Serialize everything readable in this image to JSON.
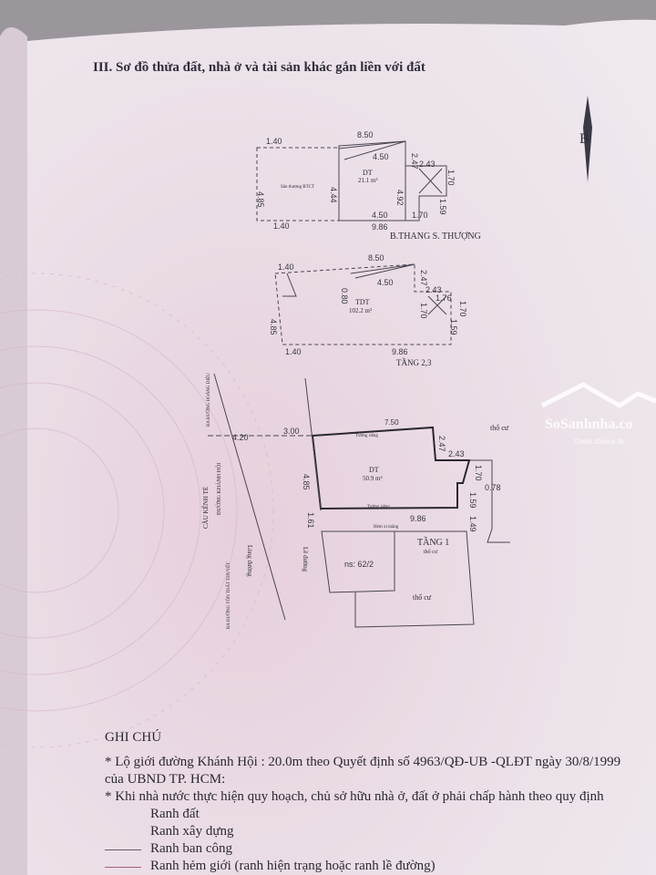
{
  "section_title": "III. Sơ đồ thửa đất, nhà ở và tài sản khác gắn liền với đất",
  "north_arrow": {
    "label": "B",
    "icon": "north-arrow-icon"
  },
  "watermark": {
    "brand": "SoSanhnha.co",
    "tagline": "Great choice fo",
    "icon": "house-roof-icon"
  },
  "colors": {
    "paper": "#e9dde6",
    "pink_tint": "#e2c8d6",
    "ink": "#2f2d3a"
  },
  "plan_rooftop": {
    "caption": "B.THANG S. THƯỢNG",
    "area_label": "DT",
    "area_value": "21.1 m²",
    "terrace_label": "Sân thượng BTCT",
    "dims": [
      "1.40",
      "8.50",
      "4.50",
      "2.47",
      "2.43",
      "1.70",
      "4.85",
      "4.44",
      "4.92",
      "1.59",
      "4.50",
      "1.70",
      "1.40",
      "9.86"
    ]
  },
  "plan_floor23": {
    "caption": "TẦNG 2,3",
    "area_label": "TDT",
    "area_value": "102.2 m²",
    "dims": [
      "1.40",
      "8.50",
      "4.50",
      "0.80",
      "2.47",
      "2.43",
      "1.76",
      "1.70",
      "1.70",
      "4.85",
      "1.59",
      "1.40",
      "9.86"
    ]
  },
  "plan_floor1": {
    "caption": "TẦNG 1",
    "area_label": "DT",
    "area_value": "50.9 m²",
    "house_number": "ns: 62/2",
    "alley": "Hẻm xi măng",
    "wall_top": "Tường riêng",
    "wall_bottom": "Tường riêng",
    "neighbor_labels": [
      "thổ cư",
      "thổ cư",
      "thổ cư"
    ],
    "sidewalk": "Lề đường",
    "roadway": "Lòng đường",
    "streets": [
      "RA ĐƯỜNG HOÀNG DIỆU",
      "CẦU KÊNH TẺ",
      "ĐƯỜNG KHÁNH HỘI",
      "RA ĐƯỜNG TÔN THẤT THUYẾT"
    ],
    "dims": [
      "4.20",
      "3.00",
      "7.50",
      "2.47",
      "2.43",
      "1.70",
      "0.78",
      "4.85",
      "1.61",
      "9.86",
      "1.59",
      "1.49"
    ]
  },
  "notes": {
    "heading": "GHI CHÚ",
    "lines": [
      "* Lộ giới đường Khánh Hội : 20.0m theo Quyết định số 4963/QĐ-UB -QLĐT ngày 30/8/1999",
      "của UBND TP. HCM:",
      "* Khi nhà nước thực hiện quy hoạch, chủ sở hữu nhà ở, đất ở phải chấp hành theo quy định"
    ],
    "legend": [
      "Ranh đất",
      "Ranh xây dựng",
      "Ranh ban công",
      "Ranh hẻm giới (ranh hiện trạng hoặc ranh lề đường)"
    ]
  }
}
